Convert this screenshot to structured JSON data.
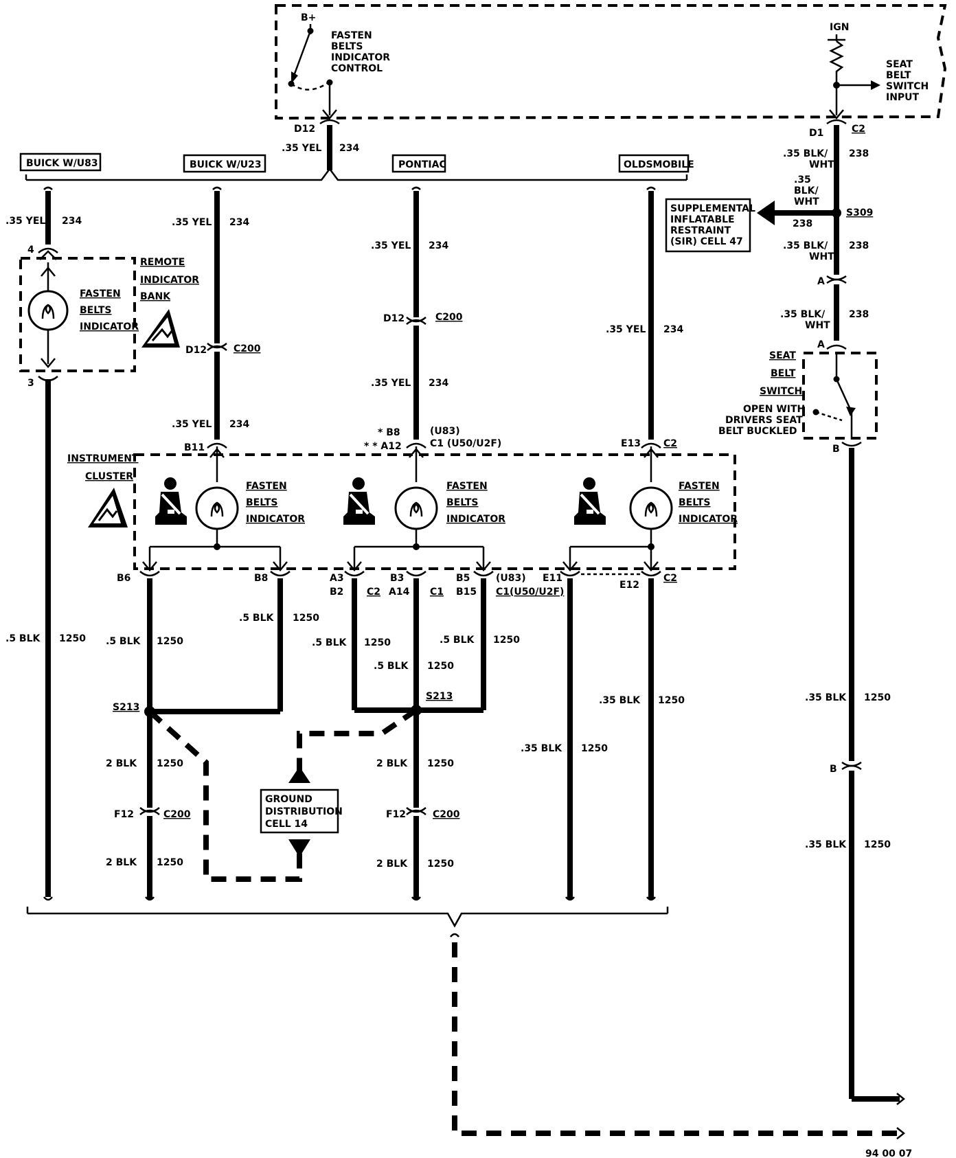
{
  "top_module": {
    "bplus": "B+",
    "control_label": [
      "FASTEN",
      "BELTS",
      "INDICATOR",
      "CONTROL"
    ],
    "ign": "IGN",
    "seat_input_label": [
      "SEAT",
      "BELT",
      "SWITCH",
      "INPUT"
    ],
    "left_pin": "D12",
    "right_pin": "D1",
    "right_conn": "C2"
  },
  "main_wire": {
    "gauge": ".35 YEL",
    "circuit": "234"
  },
  "variants": [
    "BUICK W/U83",
    "BUICK W/U23",
    "PONTIAC",
    "OLDSMOBILE"
  ],
  "right_column": {
    "wire1_gauge": ".35 BLK/\nWHT",
    "wire1_circuit": "238",
    "branch_gauge": ".35\nBLK/\nWHT",
    "branch_circuit": "238",
    "splice": "S309",
    "sir_label": [
      "SUPPLEMENTAL",
      "INFLATABLE",
      "RESTRAINT",
      "(SIR) CELL 47"
    ],
    "wire2_gauge": ".35 BLK/\nWHT",
    "wire2_circuit": "238",
    "conn_a": "A",
    "wire3_gauge": ".35 BLK/\nWHT",
    "wire3_circuit": "238",
    "switch_label": [
      "SEAT",
      "BELT",
      "SWITCH"
    ],
    "switch_note": [
      "OPEN WITH",
      "DRIVERS SEAT",
      "BELT BUCKLED"
    ],
    "conn_b": "B",
    "ground_gauge": ".35 BLK",
    "ground_circuit": "1250"
  },
  "buick_u83": {
    "pin_top": "4",
    "pin_bottom": "3",
    "bank_label": [
      "REMOTE",
      "INDICATOR",
      "BANK"
    ],
    "lamp_label": [
      "FASTEN",
      "BELTS",
      "INDICATOR"
    ],
    "ground_gauge": ".5 BLK",
    "ground_circuit": "1250"
  },
  "buick_u23": {
    "conn_pin": "D12",
    "conn": "C200",
    "cluster_pin": "B11"
  },
  "cluster": {
    "label": [
      "INSTRUMENT",
      "CLUSTER"
    ],
    "lamp_label": [
      "FASTEN",
      "BELTS",
      "INDICATOR"
    ]
  },
  "pontiac": {
    "conn_pin": "D12",
    "conn": "C200",
    "pin_b8": "* B8",
    "pin_a12": "* * A12",
    "u83": "(U83)",
    "c1_note": "C1 (U50/U2F)"
  },
  "oldsmobile": {
    "pin_e13": "E13",
    "conn_c2": "C2",
    "pin_e11": "E11",
    "pin_e12": "E12",
    "wire_gauge": ".35 BLK",
    "wire_circuit": "1250"
  },
  "grounds": {
    "b6": "B6",
    "b8": "B8",
    "a3": "A3",
    "b2": "B2",
    "c2": "C2",
    "b3": "B3",
    "a14": "A14",
    "c1": "C1",
    "b5": "B5",
    "b15": "B15",
    "u83": "(U83)",
    "c1_note": "C1(U50/U2F)",
    "g5": ".5 BLK",
    "g2": "2 BLK",
    "circuit": "1250",
    "splice": "S213",
    "f12": "F12",
    "c200": "C200",
    "gnd_label": [
      "GROUND",
      "DISTRIBUTION",
      "CELL 14"
    ]
  },
  "footer": "94 00 07"
}
